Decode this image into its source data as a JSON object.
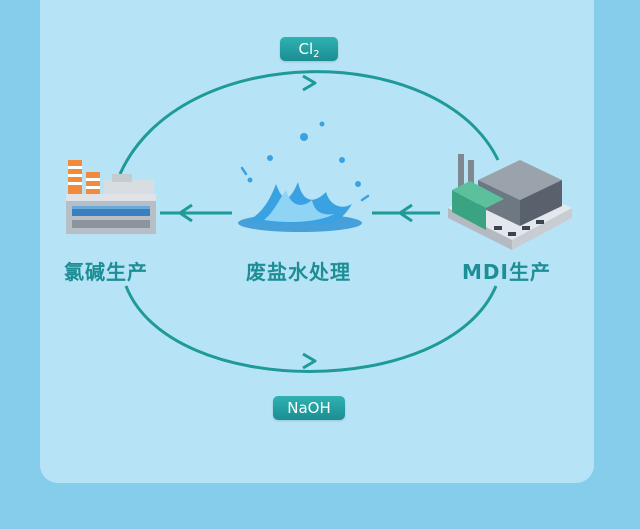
{
  "nodes": {
    "chlor_alkali": "氯碱生产",
    "brine_treatment": "废盐水处理",
    "mdi": "MDI生产"
  },
  "flows": {
    "top_main": "Cl",
    "top_sub": "2",
    "bottom": "NaOH"
  },
  "colors": {
    "background": "#86cdec",
    "panel": "#b6e4f6",
    "arrow": "#1e9a98",
    "label": "#1e8e96",
    "pill": "#22a0a3"
  }
}
